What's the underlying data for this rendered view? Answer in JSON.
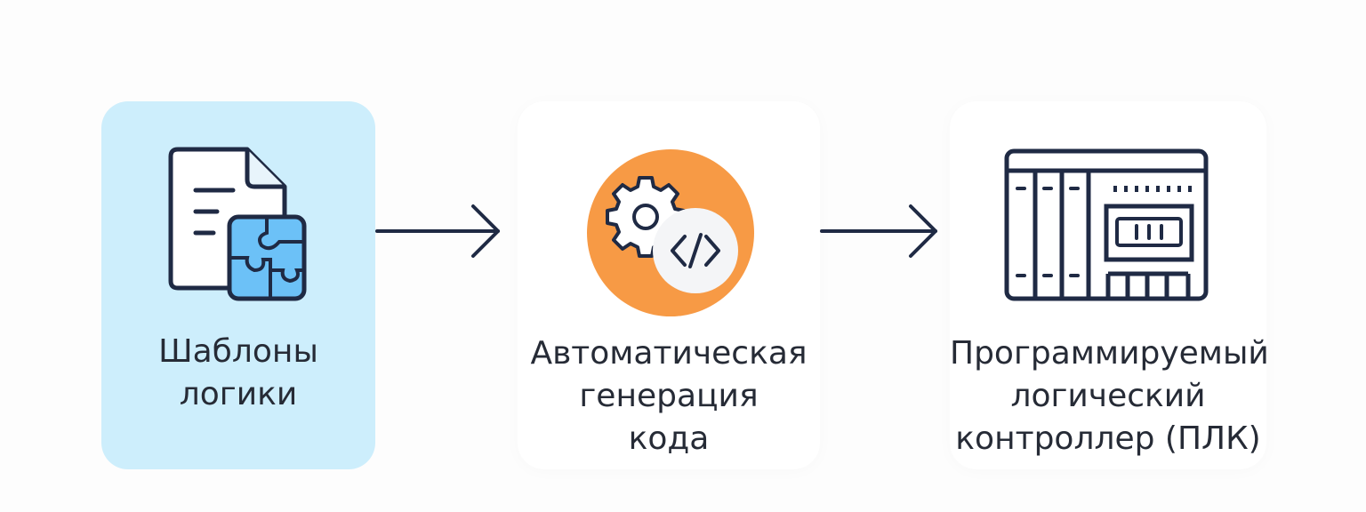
{
  "steps": [
    {
      "label": "Шаблоны\nлогики",
      "icon": "document-puzzle-icon"
    },
    {
      "label": "Автоматическая\nгенерация\nкода",
      "icon": "gear-code-icon"
    },
    {
      "label": "Программируемый\nлогический\nконтроллер (ПЛК)",
      "icon": "plc-controller-icon"
    }
  ],
  "colors": {
    "highlight_card": "#cdeefc",
    "stroke": "#1f2a44",
    "accent_orange": "#f79a45",
    "accent_blue": "#6cc1f7"
  }
}
